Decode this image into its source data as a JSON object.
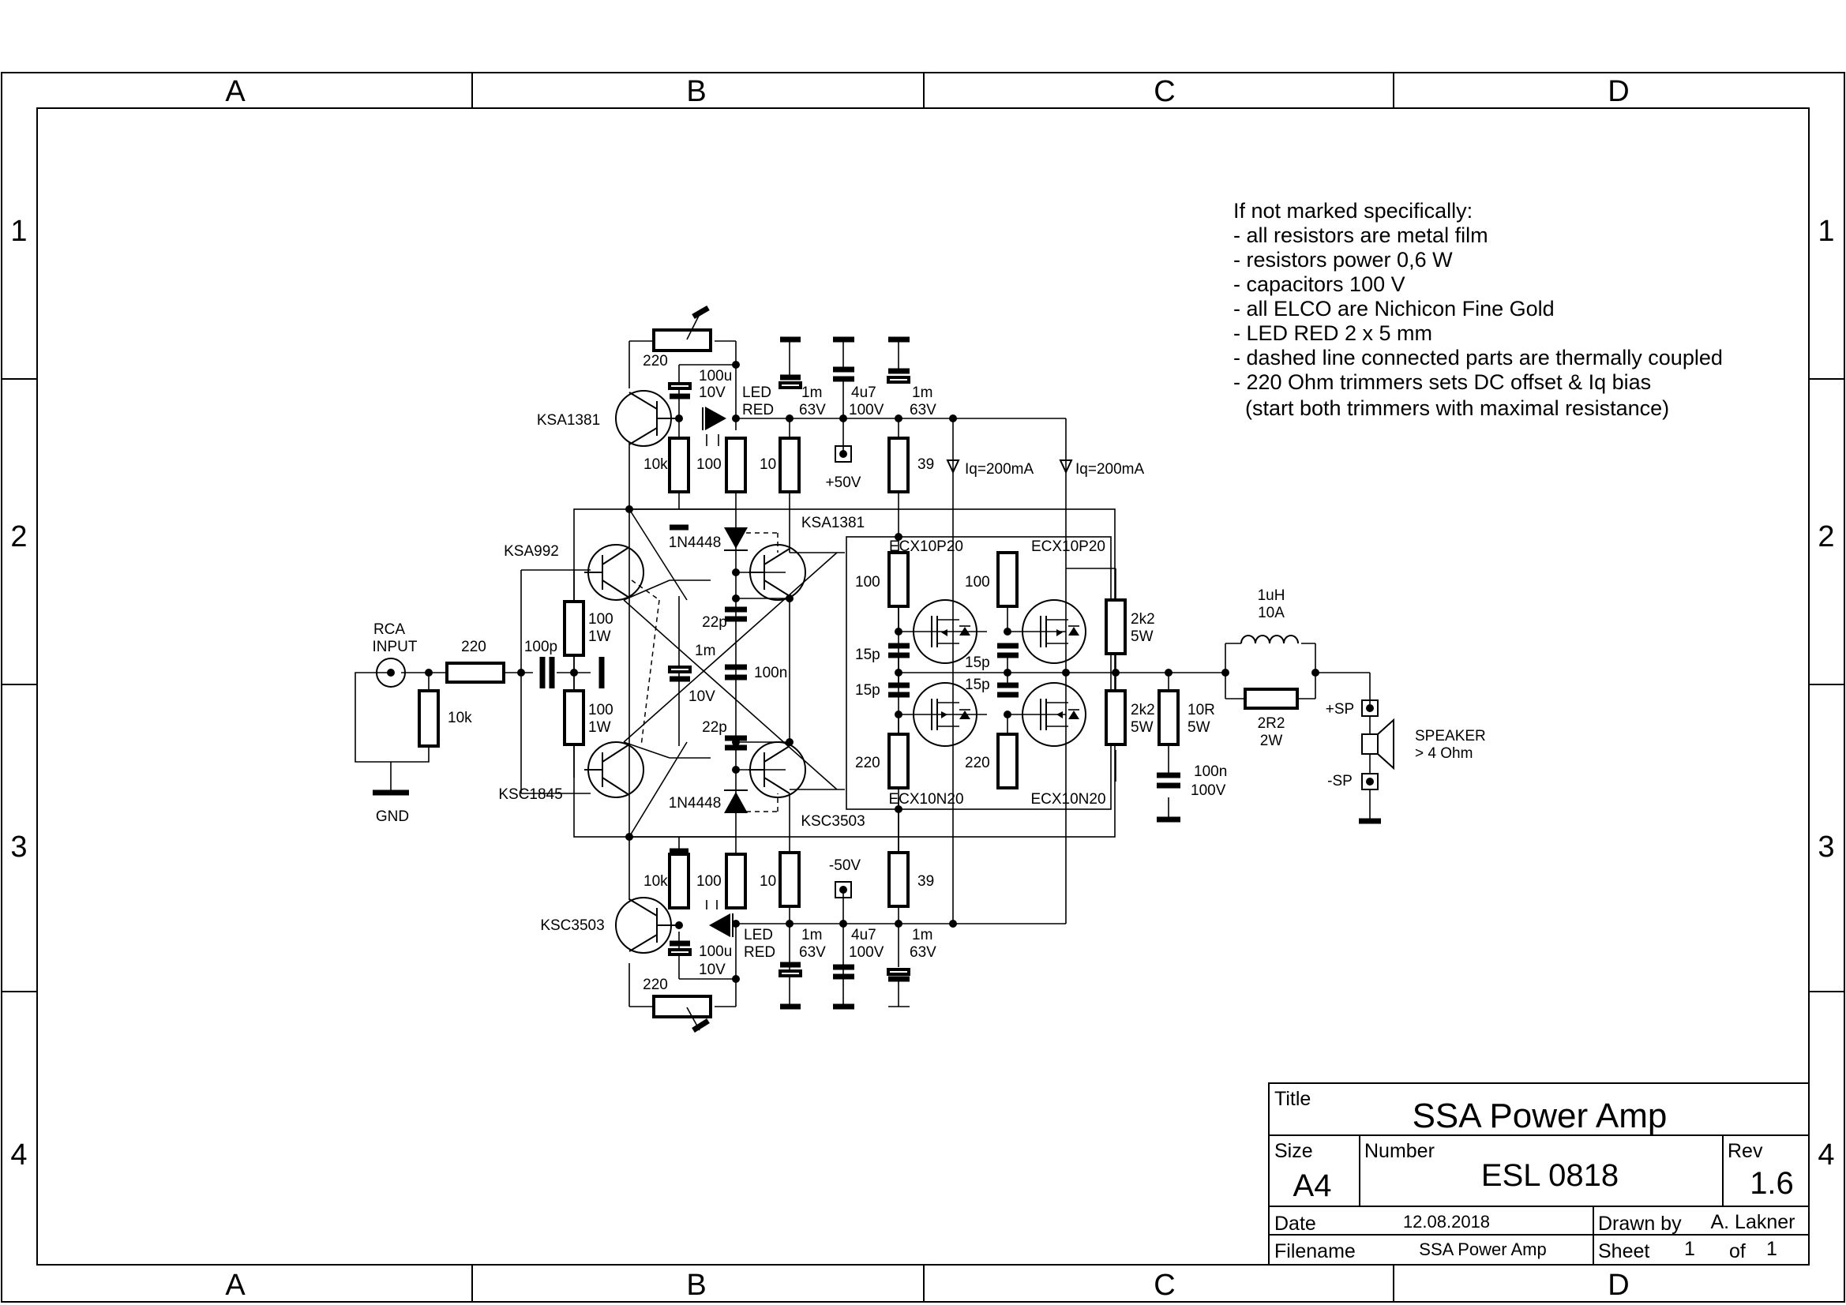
{
  "border": {
    "columns": [
      "A",
      "B",
      "C",
      "D"
    ],
    "rows": [
      "1",
      "2",
      "3",
      "4"
    ]
  },
  "notes": [
    "If not marked specifically:",
    "- all resistors are metal film",
    "- resistors power 0,6 W",
    "- capacitors 100 V",
    "- all ELCO are Nichicon Fine Gold",
    "- LED RED 2 x 5 mm",
    "- dashed line connected parts are thermally coupled",
    "- 220 Ohm trimmers sets DC offset & Iq bias",
    "  (start both trimmers with maximal resistance)"
  ],
  "title_block": {
    "title_caption": "Title",
    "title": "SSA Power Amp",
    "size_caption": "Size",
    "size": "A4",
    "number_caption": "Number",
    "number": "ESL 0818",
    "rev_caption": "Rev",
    "rev": "1.6",
    "date_caption": "Date",
    "date": "12.08.2018",
    "drawn_caption": "Drawn by",
    "drawn_by": "A. Lakner",
    "filename_caption": "Filename",
    "filename": "SSA Power Amp",
    "sheet_caption": "Sheet",
    "sheet": "1",
    "of_caption": "of",
    "of": "1"
  },
  "labels": {
    "rca_input": [
      "RCA",
      "INPUT"
    ],
    "gnd": "GND",
    "r_in": "220",
    "r_gnd": "10k",
    "c_in": "100p",
    "r_1w_top": [
      "100",
      "1W"
    ],
    "r_1w_bot": [
      "100",
      "1W"
    ],
    "ksa992": "KSA992",
    "ksc1845": "KSC1845",
    "ksa1381_top": "KSA1381",
    "ksa1381_mid": "KSA1381",
    "ksc3503_bot": "KSC3503",
    "ksc3503_mid": "KSC3503",
    "trim_top": "220",
    "trim_bot": "220",
    "elco_top": [
      "100u",
      "10V"
    ],
    "elco_bot": [
      "100u",
      "10V"
    ],
    "led_top": [
      "LED",
      "RED"
    ],
    "led_bot": [
      "LED",
      "RED"
    ],
    "r10k_top": "10k",
    "r100_top": "100",
    "r10_top": "10",
    "r10k_bot": "10k",
    "r100_bot": "100",
    "r10_bot": "10",
    "d_top": "1N4448",
    "d_bot": "1N4448",
    "c1m_top": [
      "1m",
      "63V"
    ],
    "c4u7_top": [
      "4u7",
      "100V"
    ],
    "c1m2_top": [
      "1m",
      "63V"
    ],
    "c1m_bot": [
      "1m",
      "63V"
    ],
    "c4u7_bot": [
      "4u7",
      "100V"
    ],
    "c1m2_bot": [
      "1m",
      "63V"
    ],
    "plus50": "+50V",
    "minus50": "-50V",
    "r39_top": "39",
    "r39_bot": "39",
    "iq1": "Iq=200mA",
    "iq2": "Iq=200mA",
    "c22p_top": "22p",
    "c22p_bot": "22p",
    "c1m_mid": [
      "1m",
      "10V"
    ],
    "c100n_mid": "100n",
    "ecx_p1": "ECX10P20",
    "ecx_p2": "ECX10P20",
    "ecx_n1": "ECX10N20",
    "ecx_n2": "ECX10N20",
    "r100_g1": "100",
    "r100_g2": "100",
    "r220_g1": "220",
    "r220_g2": "220",
    "c15p_1": "15p",
    "c15p_2": "15p",
    "c15p_3": "15p",
    "c15p_4": "15p",
    "r2k2_top": [
      "2k2",
      "5W"
    ],
    "r2k2_bot": [
      "2k2",
      "5W"
    ],
    "r10r": [
      "10R",
      "5W"
    ],
    "c100n_out": [
      "100n",
      "100V"
    ],
    "inductor": [
      "1uH",
      "10A"
    ],
    "r2r2": [
      "2R2",
      "2W"
    ],
    "sp_plus": "+SP",
    "sp_minus": "-SP",
    "speaker": [
      "SPEAKER",
      "> 4 Ohm"
    ]
  }
}
